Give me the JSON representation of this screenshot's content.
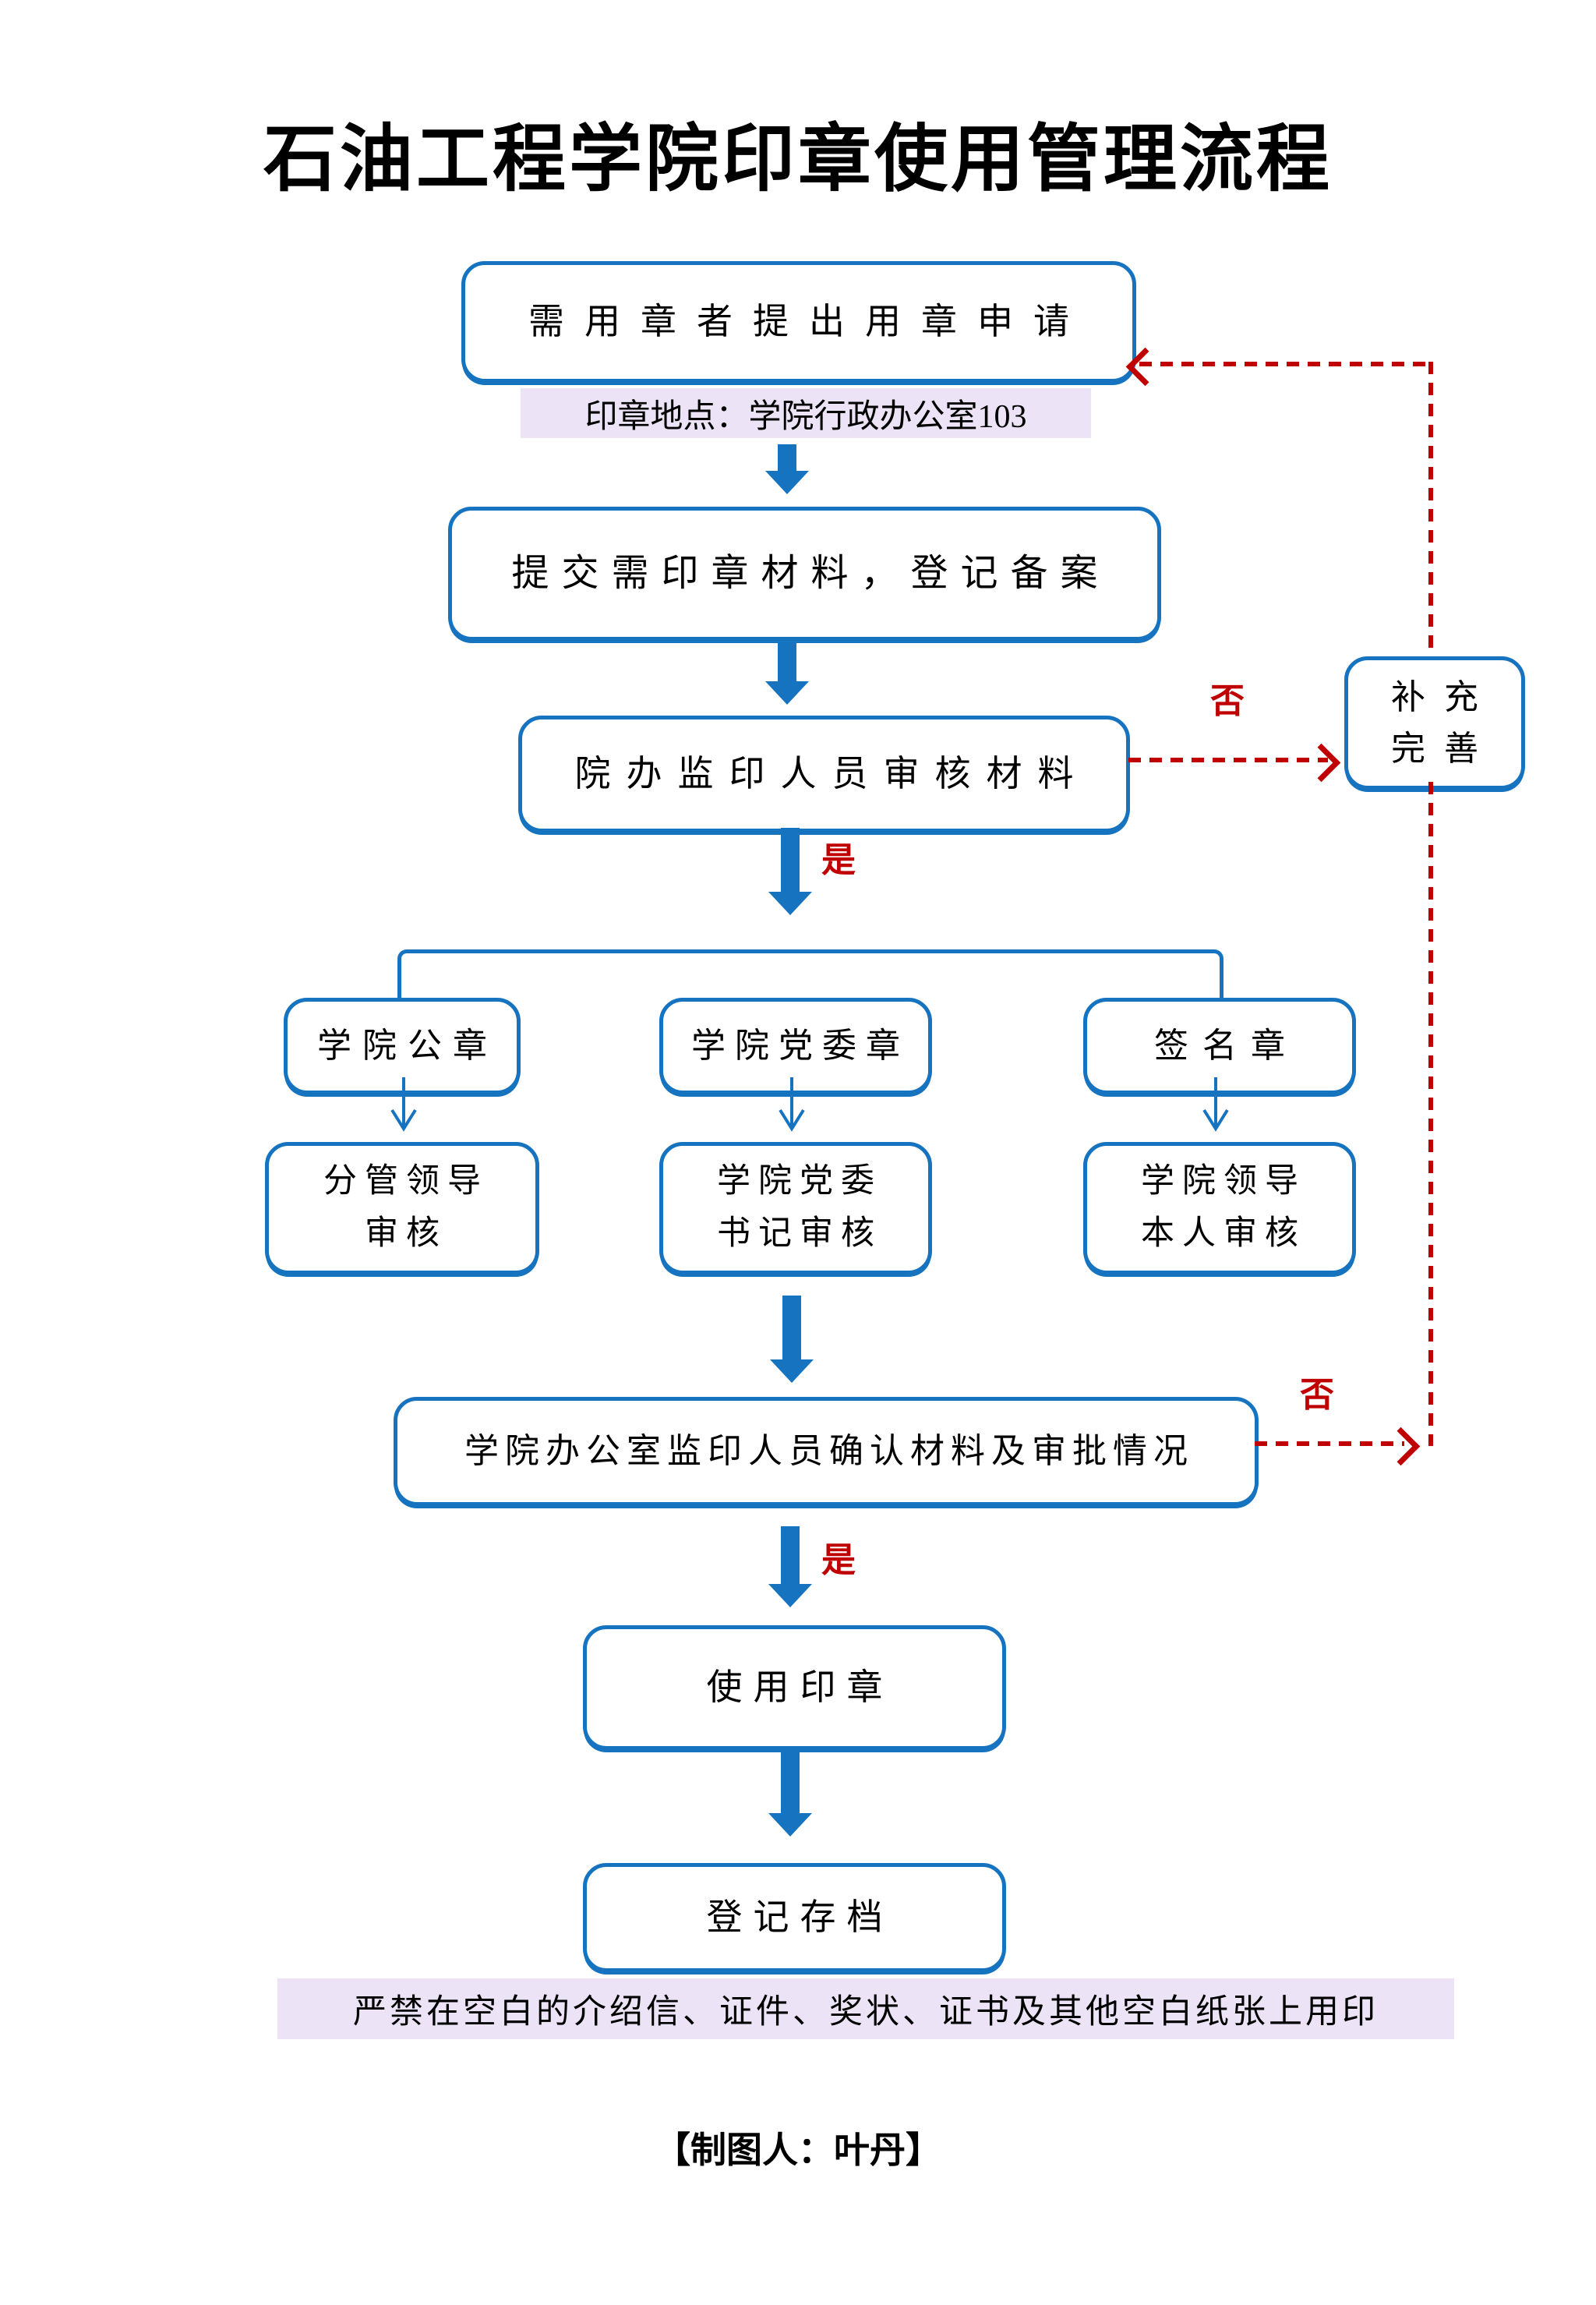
{
  "page_title": "石油工程学院印章使用管理流程",
  "labels": {
    "yes": "是",
    "no": "否"
  },
  "nodes": {
    "apply": "需用章者提出用章申请",
    "location_note": "印章地点：学院行政办公室103",
    "submit": "提交需印章材料，登记备案",
    "office_review": "院办监印人员审核材料",
    "supplement_line1": "补充",
    "supplement_line2": "完善",
    "confirm": "学院办公室监印人员确认材料及审批情况",
    "use_seal": "使用印章",
    "archive": "登记存档"
  },
  "branches": [
    {
      "seal": "学院公章",
      "reviewer_line1": "分管领导",
      "reviewer_line2": "审核"
    },
    {
      "seal": "学院党委章",
      "reviewer_line1": "学院党委",
      "reviewer_line2": "书记审核"
    },
    {
      "seal": "签名章",
      "reviewer_line1": "学院领导",
      "reviewer_line2": "本人审核"
    }
  ],
  "footer": {
    "warning": "严禁在空白的介绍信、证件、奖状、证书及其他空白纸张上用印",
    "credit": "【制图人：叶丹】"
  },
  "colors": {
    "blue": "#1673c0",
    "red": "#c00000",
    "lavender": "#ece4f6",
    "ink": "#000000",
    "bg": "#ffffff"
  }
}
